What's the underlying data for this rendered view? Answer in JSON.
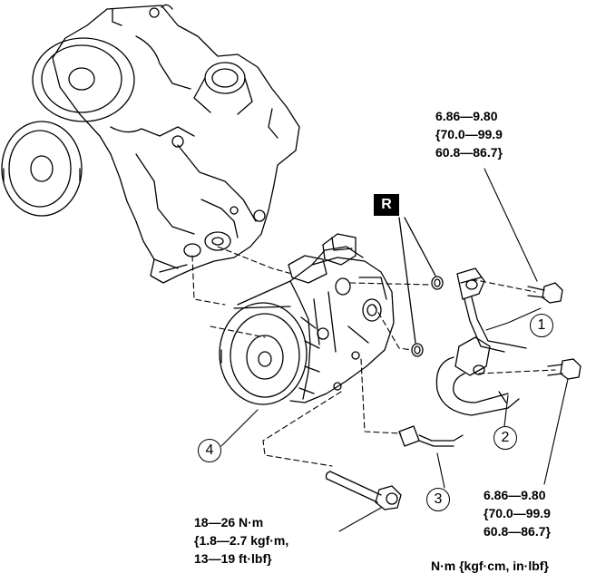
{
  "torque_specs": {
    "upper_bolt": [
      "6.86—9.80",
      "{70.0—99.9",
      "60.8—86.7}"
    ],
    "lower_bolt": [
      "6.86—9.80",
      "{70.0—99.9",
      "60.8—86.7}"
    ],
    "compressor_bolt": [
      "18—26 N·m",
      "{1.8—2.7 kgf·m,",
      "13—19 ft·lbf}"
    ]
  },
  "callouts": [
    "1",
    "2",
    "3",
    "4"
  ],
  "replace_mark": "R",
  "units_legend": "N·m {kgf·cm, in·lbf}"
}
